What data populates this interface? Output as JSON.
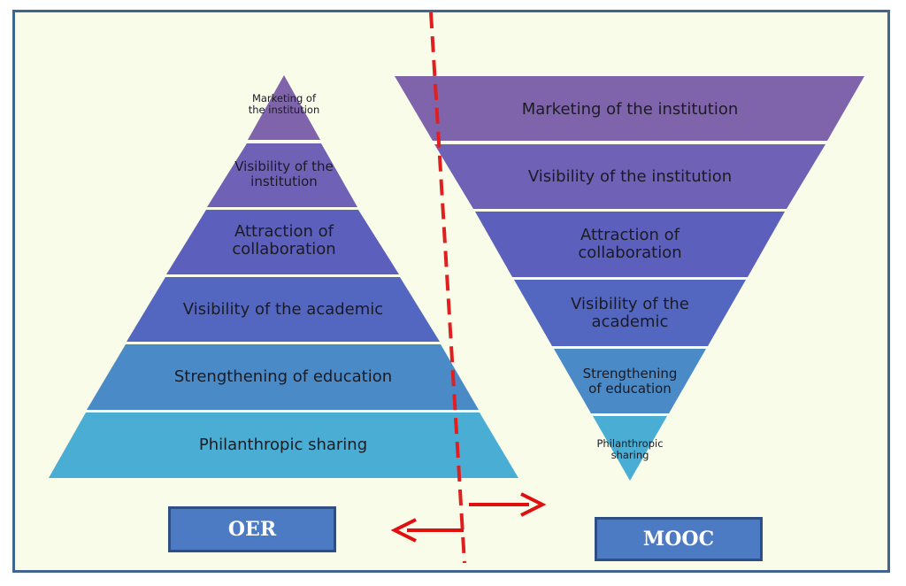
{
  "oer_pyramid": {
    "tiers": [
      {
        "label": "Marketing of\nthe institution",
        "color": "#8064ab"
      },
      {
        "label": "Visibility of the\ninstitution",
        "color": "#6f62b6"
      },
      {
        "label": "Attraction of\ncollaboration",
        "color": "#5c5fbb"
      },
      {
        "label": "Visibility of the academic",
        "color": "#5467c0"
      },
      {
        "label": "Strengthening of education",
        "color": "#4a8ac7"
      },
      {
        "label": "Philanthropic sharing",
        "color": "#4aaed4"
      }
    ],
    "box_label": "OER"
  },
  "mooc_pyramid": {
    "tiers": [
      {
        "label": "Marketing of the institution",
        "color": "#8064ab"
      },
      {
        "label": "Visibility of the institution",
        "color": "#6f62b6"
      },
      {
        "label": "Attraction of\ncollaboration",
        "color": "#5c5fbb"
      },
      {
        "label": "Visibility of the\nacademic",
        "color": "#5467c0"
      },
      {
        "label": "Strengthening\nof education",
        "color": "#4a8ac7"
      },
      {
        "label": "Philanthropic\nsharing",
        "color": "#4aaed4"
      }
    ],
    "box_label": "MOOC"
  },
  "colors": {
    "frame_border": "#3f6590",
    "background": "#f9fce9",
    "divider": "#e02020",
    "arrow": "#e01010",
    "label_box": "#4d7bc3"
  }
}
